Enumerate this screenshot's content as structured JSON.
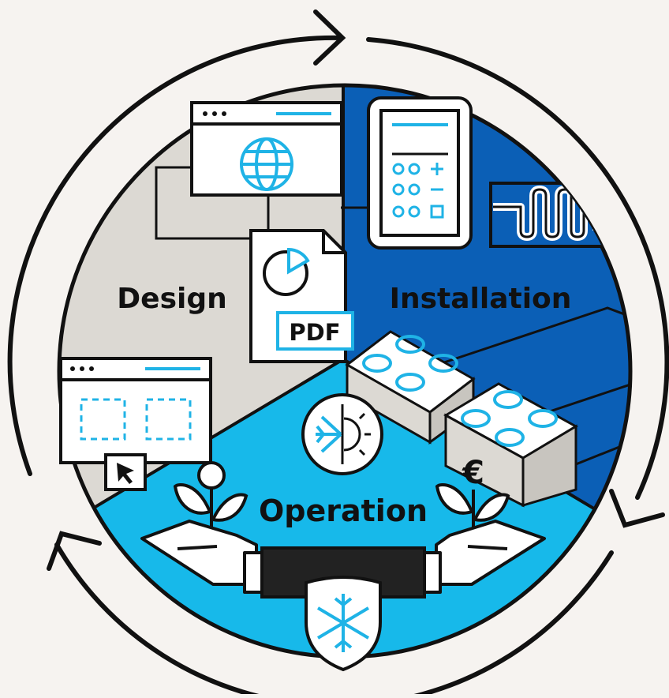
{
  "colors": {
    "background": "#f6f3f0",
    "design_sector": "#dcd9d3",
    "installation_sector": "#0b5fb6",
    "operation_sector": "#17b9ea",
    "outline": "#111111",
    "icon_accent": "#1fb3e6",
    "white": "#ffffff",
    "cuff": "#222222"
  },
  "labels": {
    "design": "Design",
    "installation": "Installation",
    "operation": "Operation",
    "pdf": "PDF",
    "currency": "€"
  },
  "icons": {
    "cycle": "cycle-arrows-icon",
    "globe": "globe-icon",
    "pie_chart": "pie-chart-icon",
    "calculator": "calculator-icon",
    "coil": "heat-exchanger-coil-icon",
    "snowflake_sun": "snowflake-sun-icon",
    "cursor": "cursor-arrow-icon",
    "shield": "snowflake-shield-icon",
    "plant": "sprout-icon",
    "hand": "hand-icon"
  }
}
